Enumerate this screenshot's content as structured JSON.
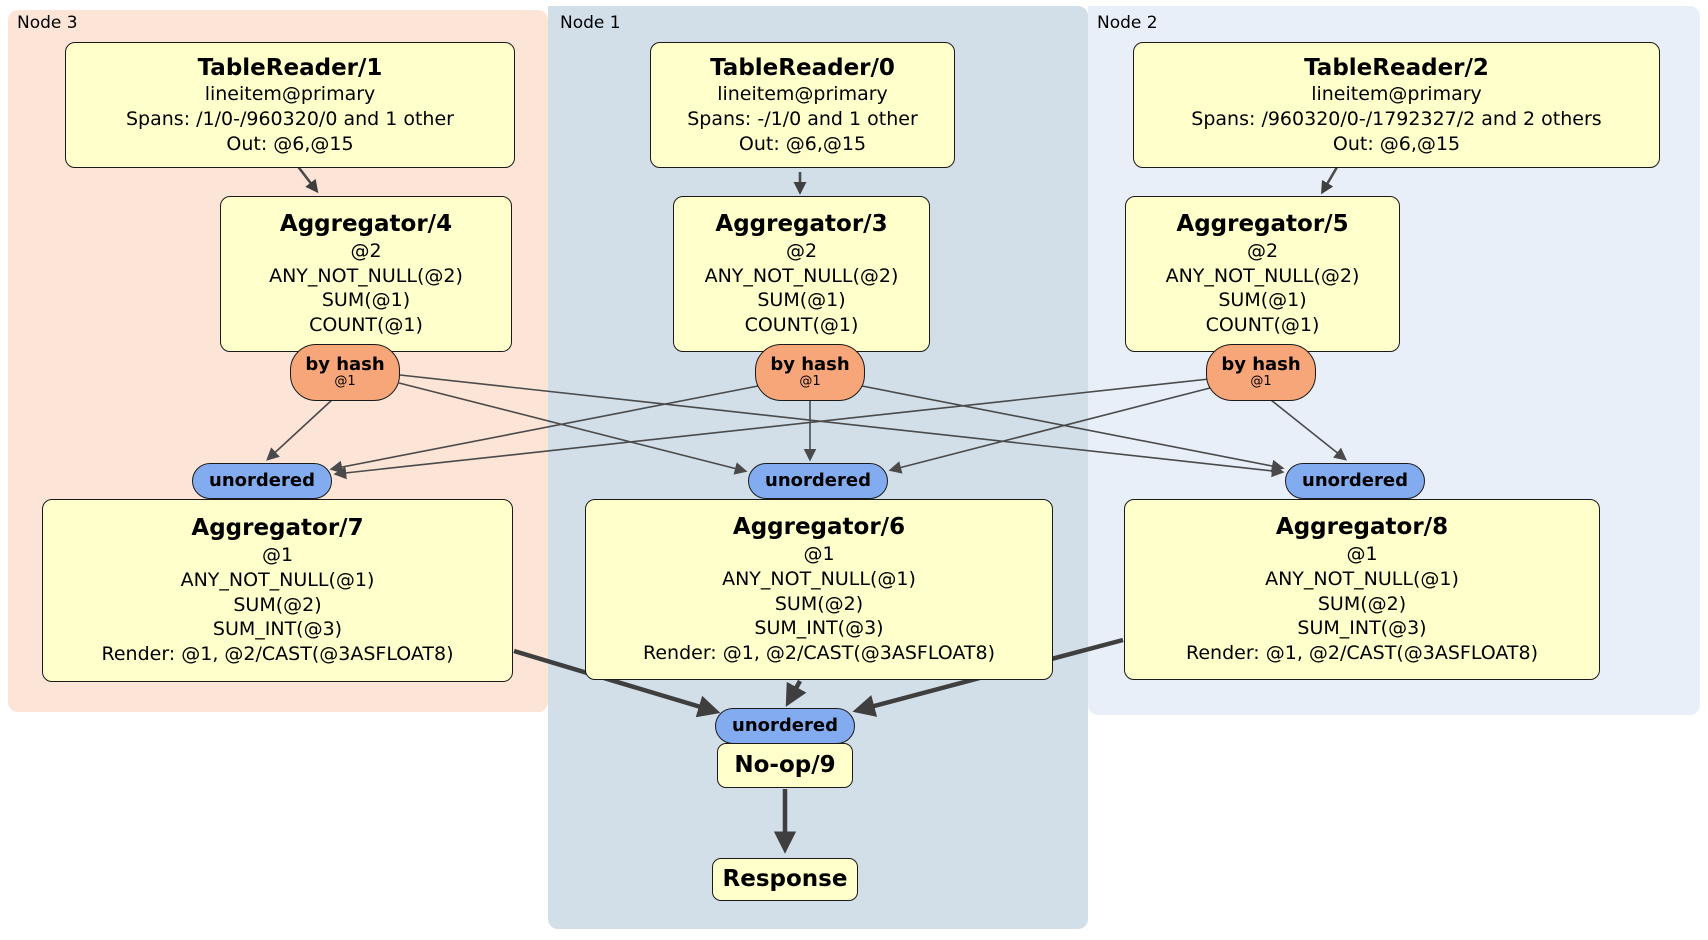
{
  "regions": {
    "node3": {
      "label": "Node 3",
      "color": "#fce4d6"
    },
    "node1": {
      "label": "Node 1",
      "color": "#d2dfe9"
    },
    "node2": {
      "label": "Node 2",
      "color": "#e9eff9"
    }
  },
  "boxes": {
    "tr1": {
      "title": "TableReader/1",
      "lines": [
        "lineitem@primary",
        "Spans: /1/0-/960320/0 and 1 other",
        "Out: @6,@15"
      ]
    },
    "tr0": {
      "title": "TableReader/0",
      "lines": [
        "lineitem@primary",
        "Spans: -/1/0 and 1 other",
        "Out: @6,@15"
      ]
    },
    "tr2": {
      "title": "TableReader/2",
      "lines": [
        "lineitem@primary",
        "Spans: /960320/0-/1792327/2 and 2 others",
        "Out: @6,@15"
      ]
    },
    "agg4": {
      "title": "Aggregator/4",
      "lines": [
        "@2",
        "ANY_NOT_NULL(@2)",
        "SUM(@1)",
        "COUNT(@1)"
      ]
    },
    "agg3": {
      "title": "Aggregator/3",
      "lines": [
        "@2",
        "ANY_NOT_NULL(@2)",
        "SUM(@1)",
        "COUNT(@1)"
      ]
    },
    "agg5": {
      "title": "Aggregator/5",
      "lines": [
        "@2",
        "ANY_NOT_NULL(@2)",
        "SUM(@1)",
        "COUNT(@1)"
      ]
    },
    "agg7": {
      "title": "Aggregator/7",
      "lines": [
        "@1",
        "ANY_NOT_NULL(@1)",
        "SUM(@2)",
        "SUM_INT(@3)",
        "Render: @1, @2/CAST(@3ASFLOAT8)"
      ]
    },
    "agg6": {
      "title": "Aggregator/6",
      "lines": [
        "@1",
        "ANY_NOT_NULL(@1)",
        "SUM(@2)",
        "SUM_INT(@3)",
        "Render: @1, @2/CAST(@3ASFLOAT8)"
      ]
    },
    "agg8": {
      "title": "Aggregator/8",
      "lines": [
        "@1",
        "ANY_NOT_NULL(@1)",
        "SUM(@2)",
        "SUM_INT(@3)",
        "Render: @1, @2/CAST(@3ASFLOAT8)"
      ]
    },
    "noop": {
      "title": "No-op/9"
    },
    "response": {
      "title": "Response"
    }
  },
  "connectors": {
    "by_hash_left": {
      "label": "by hash",
      "sublabel": "@1"
    },
    "by_hash_center": {
      "label": "by hash",
      "sublabel": "@1"
    },
    "by_hash_right": {
      "label": "by hash",
      "sublabel": "@1"
    },
    "unordered_left": {
      "label": "unordered"
    },
    "unordered_center": {
      "label": "unordered"
    },
    "unordered_right": {
      "label": "unordered"
    },
    "unordered_bottom": {
      "label": "unordered"
    }
  },
  "colors": {
    "box_fill": "#ffffcc",
    "by_hash_fill": "#f6a678",
    "unordered_fill": "#82acef",
    "edge_thin": "#4a4a4a",
    "edge_thick": "#3f3f3f"
  }
}
